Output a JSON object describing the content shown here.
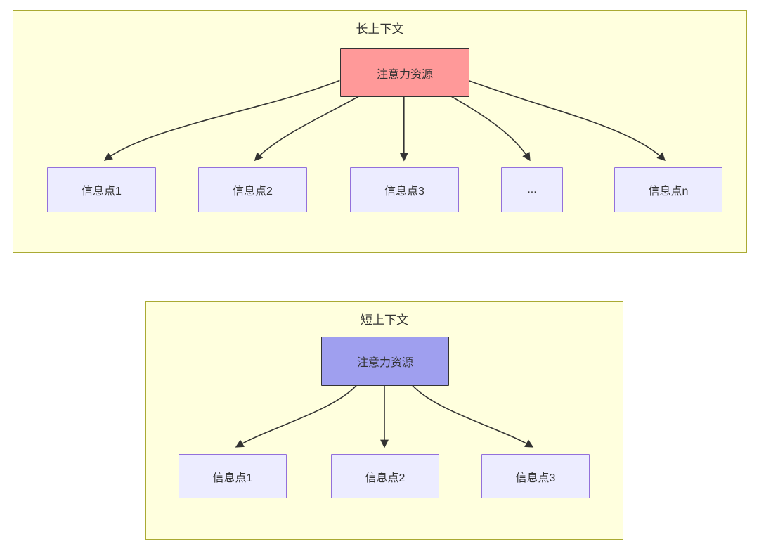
{
  "panels": [
    {
      "title": "长上下文",
      "root_label": "注意力资源",
      "children": [
        "信息点1",
        "信息点2",
        "信息点3",
        "...",
        "信息点n"
      ]
    },
    {
      "title": "短上下文",
      "root_label": "注意力资源",
      "children": [
        "信息点1",
        "信息点2",
        "信息点3"
      ]
    }
  ],
  "colors": {
    "page_bg": "#ffffff",
    "panel_bg": "#ffffde",
    "panel_border": "#aaaa33",
    "node_bg": "#ececff",
    "node_border": "#9370db",
    "root_long_bg": "#ff9999",
    "root_short_bg": "#9f9fef",
    "root_border": "#333333",
    "arrow": "#333333",
    "text": "#333333"
  }
}
